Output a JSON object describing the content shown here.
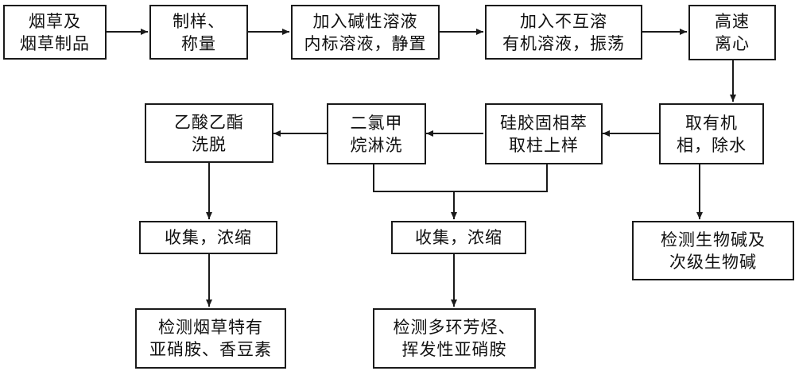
{
  "nodes": {
    "n1": {
      "lines": [
        "烟草及",
        "烟草制品"
      ]
    },
    "n2": {
      "lines": [
        "制样、",
        "称量"
      ]
    },
    "n3": {
      "lines": [
        "加入碱性溶液",
        "内标溶液，静置"
      ]
    },
    "n4": {
      "lines": [
        "加入不互溶",
        "有机溶液，振荡"
      ]
    },
    "n5": {
      "lines": [
        "高速",
        "离心"
      ]
    },
    "n6": {
      "lines": [
        "取有机",
        "相，除水"
      ]
    },
    "n7": {
      "lines": [
        "硅胶固相萃",
        "取柱上样"
      ]
    },
    "n8": {
      "lines": [
        "二氯甲",
        "烷淋洗"
      ]
    },
    "n9": {
      "lines": [
        "乙酸乙酯",
        "洗脱"
      ]
    },
    "n10": {
      "lines": [
        "检测生物碱及",
        "次级生物碱"
      ]
    },
    "n11": {
      "lines": [
        "收集，浓缩"
      ]
    },
    "n12": {
      "lines": [
        "收集，浓缩"
      ]
    },
    "n13": {
      "lines": [
        "检测烟草特有",
        "亚硝胺、香豆素"
      ]
    },
    "n14": {
      "lines": [
        "检测多环芳烃、",
        "挥发性亚硝胺"
      ]
    }
  },
  "style": {
    "border_color": "#1a1a1a",
    "arrow_color": "#1a1a1a",
    "background": "#ffffff"
  }
}
